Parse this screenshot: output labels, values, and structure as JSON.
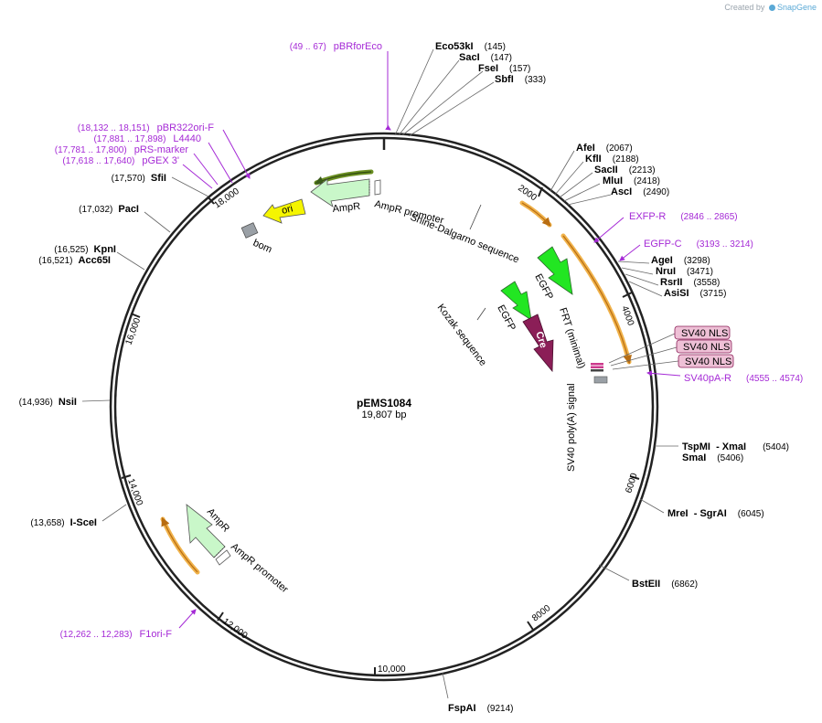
{
  "credit": {
    "prefix": "Created by",
    "brand": "SnapGene"
  },
  "plasmid": {
    "name": "pEMS1084",
    "size_label": "19,807 bp"
  },
  "colors": {
    "backbone": "#222222",
    "primer": "#a52ad6",
    "egfp": "#22e622",
    "cre": "#8b1e57",
    "ampr": "#c9f7c9",
    "ori": "#f5f500",
    "orange_arc": "#f0b24a",
    "nls": "#eec0d6",
    "gray": "#9aa0a6"
  },
  "ticks": [
    {
      "label": "2000"
    },
    {
      "label": "4000"
    },
    {
      "label": "6000"
    },
    {
      "label": "8000"
    },
    {
      "label": "10,000"
    },
    {
      "label": "12,000"
    },
    {
      "label": "14,000"
    },
    {
      "label": "16,000"
    },
    {
      "label": "18,000"
    }
  ],
  "sites": [
    {
      "name": "Eco53kI",
      "pos": "(145)"
    },
    {
      "name": "SacI",
      "pos": "(147)"
    },
    {
      "name": "FseI",
      "pos": "(157)"
    },
    {
      "name": "SbfI",
      "pos": "(333)"
    },
    {
      "name": "AfeI",
      "pos": "(2067)"
    },
    {
      "name": "KflI",
      "pos": "(2188)"
    },
    {
      "name": "SacII",
      "pos": "(2213)"
    },
    {
      "name": "MluI",
      "pos": "(2418)"
    },
    {
      "name": "AscI",
      "pos": "(2490)"
    },
    {
      "name": "AgeI",
      "pos": "(3298)"
    },
    {
      "name": "NruI",
      "pos": "(3471)"
    },
    {
      "name": "RsrII",
      "pos": "(3558)"
    },
    {
      "name": "AsiSI",
      "pos": "(3715)"
    },
    {
      "name": "TspMI  - XmaI",
      "pos": "(5404)"
    },
    {
      "name": "SmaI",
      "pos": "(5406)"
    },
    {
      "name": "MreI  - SgrAI",
      "pos": "(6045)"
    },
    {
      "name": "BstEII",
      "pos": "(6862)"
    },
    {
      "name": "FspAI",
      "pos": "(9214)"
    },
    {
      "name": "I-SceI",
      "pos": "(13,658)"
    },
    {
      "name": "NsiI",
      "pos": "(14,936)"
    },
    {
      "name": "KpnI",
      "pos": "(16,525)"
    },
    {
      "name": "Acc65I",
      "pos": "(16,521)"
    },
    {
      "name": "PacI",
      "pos": "(17,032)"
    },
    {
      "name": "SfiI",
      "pos": "(17,570)"
    }
  ],
  "primers": [
    {
      "name": "pBRforEco",
      "pos": "(49 .. 67)"
    },
    {
      "name": "EXFP-R",
      "pos": "(2846 .. 2865)"
    },
    {
      "name": "EGFP-C",
      "pos": "(3193 .. 3214)"
    },
    {
      "name": "SV40pA-R",
      "pos": "(4555 .. 4574)"
    },
    {
      "name": "F1ori-F",
      "pos": "(12,262 .. 12,283)"
    },
    {
      "name": "pBR322ori-F",
      "pos": "(18,132 .. 18,151)"
    },
    {
      "name": "L4440",
      "pos": "(17,881 .. 17,898)"
    },
    {
      "name": "pRS-marker",
      "pos": "(17,781 .. 17,800)"
    },
    {
      "name": "pGEX 3'",
      "pos": "(17,618 .. 17,640)"
    }
  ],
  "features": {
    "ampr_promoter": "AmpR promoter",
    "ampr": "AmpR",
    "ori": "ori",
    "bom": "bom",
    "shine_dalgarno": "Shine-Dalgarno sequence",
    "egfp": "EGFP",
    "egfp2": "EGFP",
    "kozak": "Kozak sequence",
    "cre": "Cre",
    "frt": "FRT (minimal)",
    "sv40_polya": "SV40 poly(A) signal",
    "sv40_nls": [
      "SV40 NLS",
      "SV40 NLS",
      "SV40 NLS"
    ],
    "ampr2": "AmpR",
    "ampr_promoter2": "AmpR promoter"
  }
}
